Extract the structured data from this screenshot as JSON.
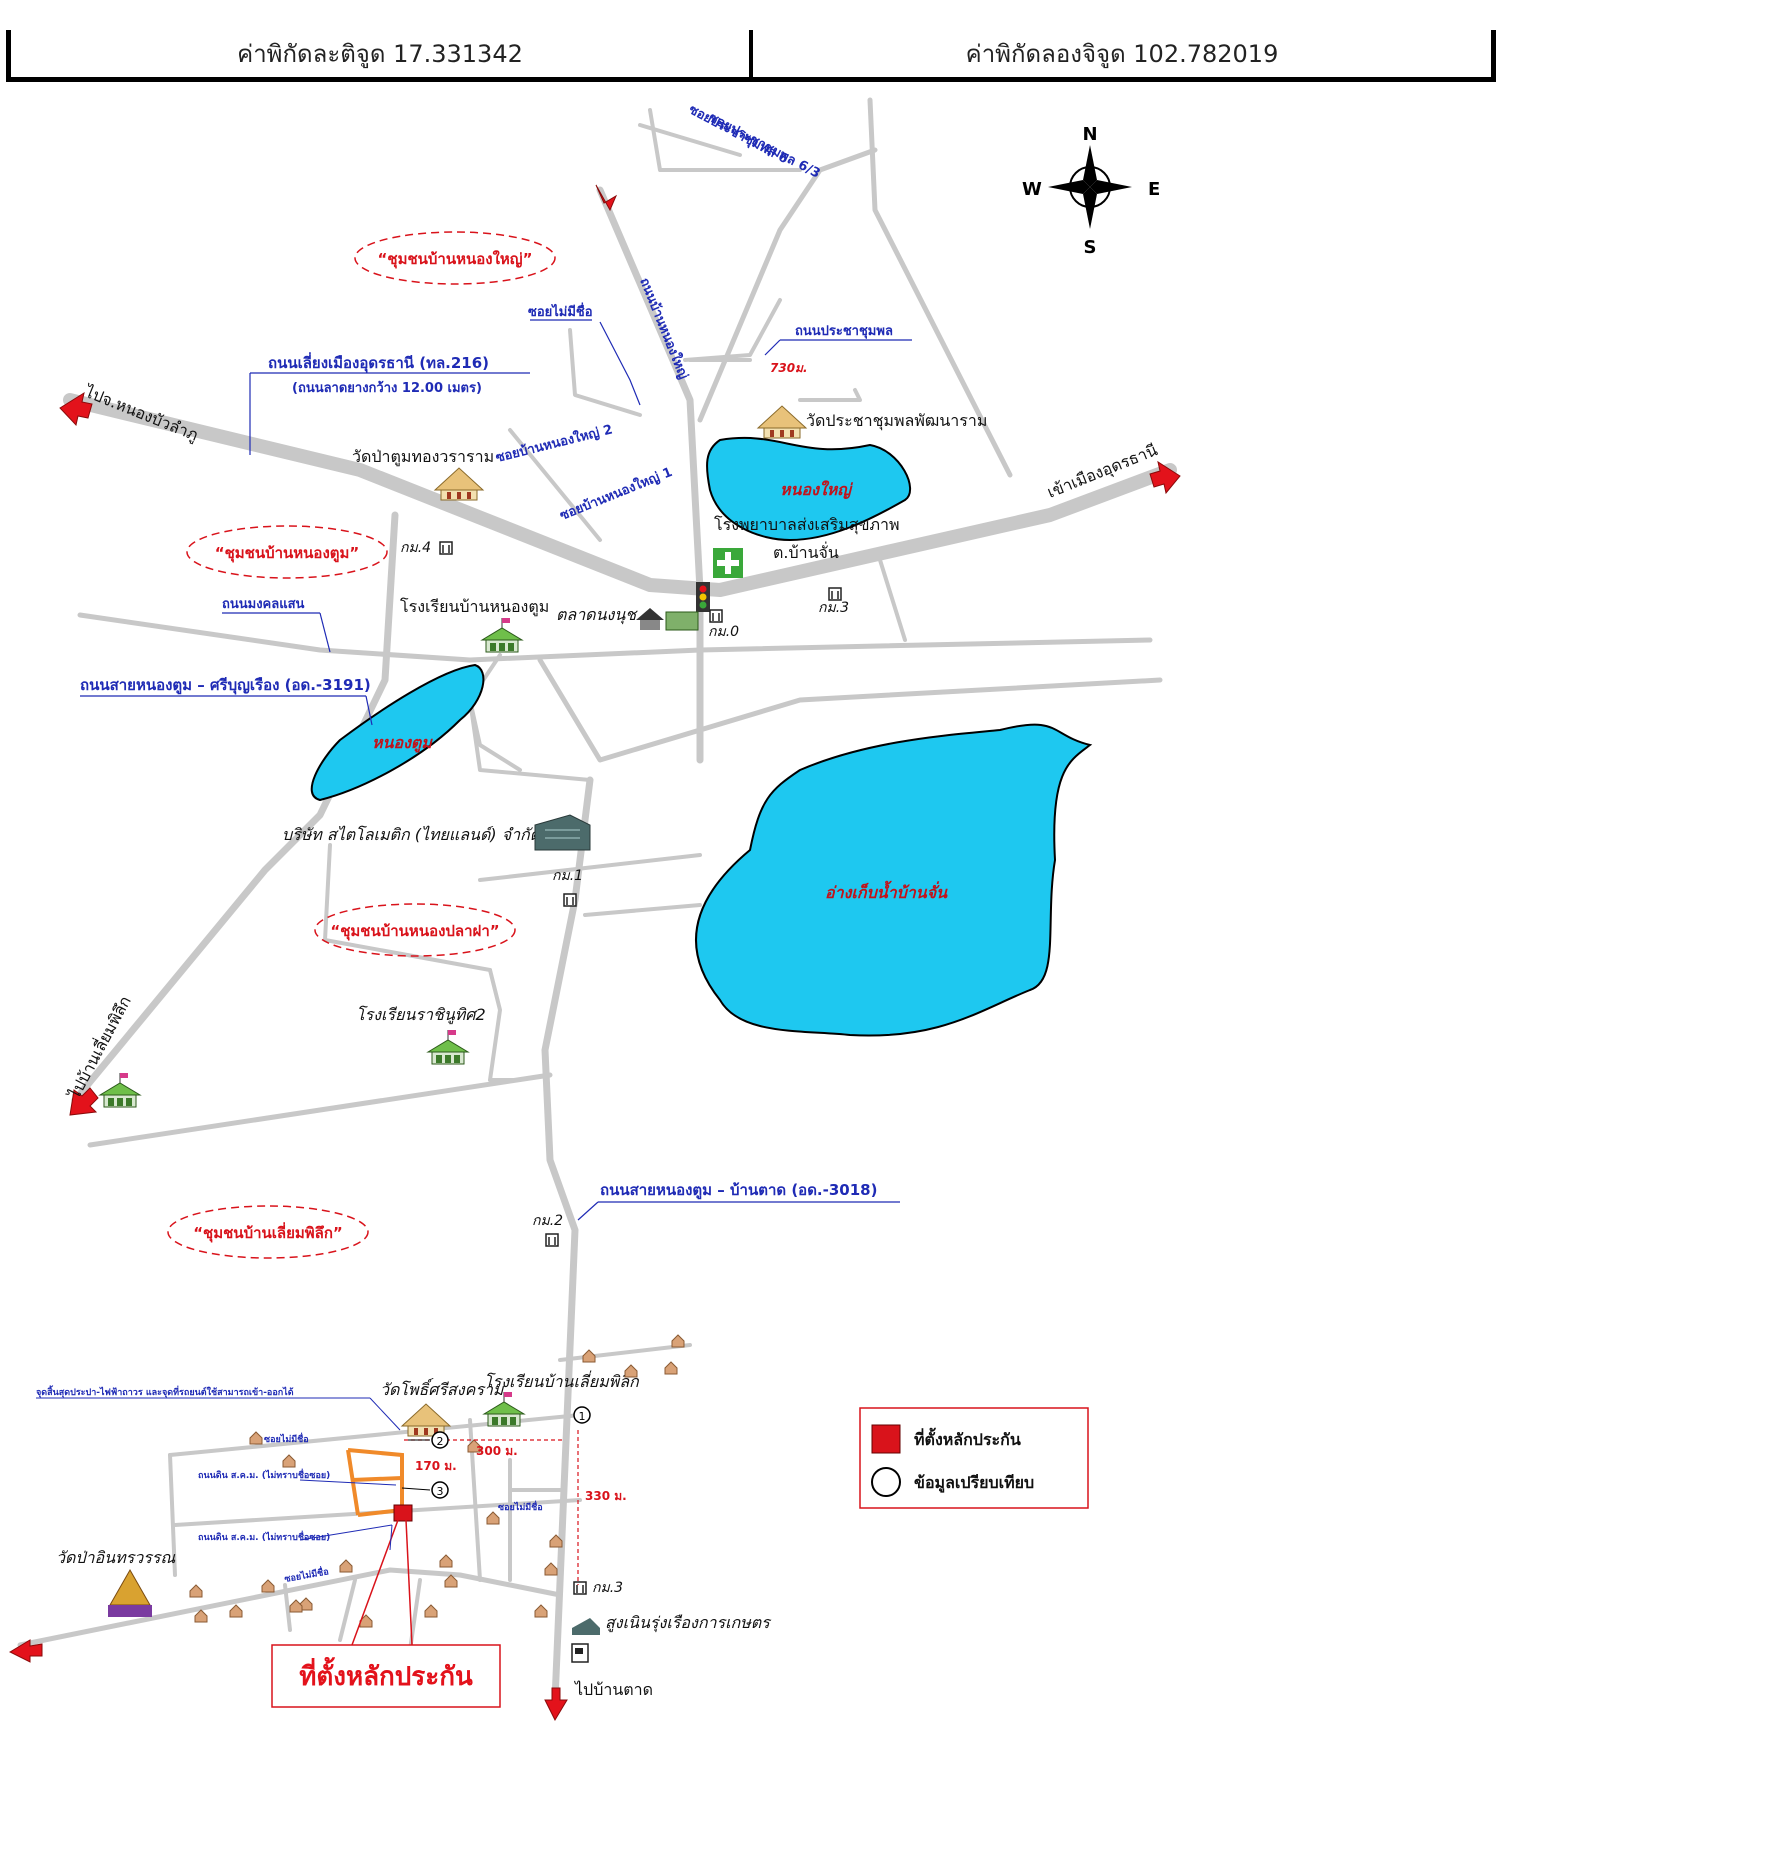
{
  "header": {
    "latitude_label": "ค่าพิกัดละติจูด 17.331342",
    "longitude_label": "ค่าพิกัดลองจิจูด 102.782019"
  },
  "compass": {
    "n": "N",
    "s": "S",
    "e": "E",
    "w": "W"
  },
  "communities": {
    "nong_yai": "“ชุมชนบ้านหนองใหญ่”",
    "nong_tum": "“ชุมชนบ้านหนองตูม”",
    "nong_pla": "“ชุมชนบ้านหนองปลาฝา”",
    "liam_phi": "“ชุมชนบ้านเลี่ยมพิลึก”"
  },
  "roads": {
    "soi_6_3": "ซอยประชาชุมพล 6/3",
    "soi_6": "ซอยประชาชุมพล 6",
    "soi_no_name": "ซอยไม่มีชื่อ",
    "prachachumphon": "ถนนประชาชุมพล",
    "nong_yai_road": "ถนนบ้านหนองใหญ่",
    "bypass": "ถนนเลี่ยงเมืองอุดรธานี (ทล.216)",
    "bypass_sub": "(ถนนลาดยางกว้าง 12.00 เมตร)",
    "soi_nong_yai_2": "ซอยบ้านหนองใหญ่ 2",
    "soi_nong_yai_1": "ซอยบ้านหนองใหญ่ 1",
    "mongkhon": "ถนนมงคลแสน",
    "road_3191": "ถนนสายหนองตูม – ศรีบุญเรือง (อด.-3191)",
    "road_3018": "ถนนสายหนองตูม – บ้านตาด (อด.-3018)"
  },
  "destinations": {
    "to_nongbua": "ไปจ.หนองบัวลำภู",
    "to_udon": "เข้าเมืองอุดรธานี",
    "to_liam": "ไปบ้านเลี่ยมพิลึก",
    "to_tat": "ไปบ้านตาด"
  },
  "places": {
    "wat_pracha": "วัดประชาชุมพลพัฒนาราม",
    "wat_pa_tum": "วัดป่าตูมทองวราราม",
    "hospital": "โรงพยาบาลส่งเสริมสุขภาพ",
    "hospital2": "ต.บ้านจั่น",
    "school_nong_tum": "โรงเรียนบ้านหนองตูม",
    "market": "ตลาดนงนุช",
    "company": "บริษัท สไตโลเมติก (ไทยแลนด์) จำกัด",
    "school_ratchinuthit": "โรงเรียนราชินูทิศ2",
    "wat_pho": "วัดโพธิ์ศรีสงคราม",
    "school_liam": "โรงเรียนบ้านเลี่ยมพิลึก",
    "wat_pa_in": "วัดป่าอินทรวรรณ",
    "agri_shop": "สูงเนินรุ่งเรืองการเกษตร",
    "note_top": "จุดสิ้นสุดประปา-ไฟฟ้าถาวร และจุดที่รถยนต์ใช้สามารถเข้า-ออกได้",
    "lane_a": "ซอยไม่มีชื่อ",
    "lane_b": "ถนนดิน ส.ค.ม. (ไม่ทราบชื่อซอย)",
    "lane_c": "ซอยไม่มีชื่อ",
    "lane_d": "ถนนดิน ส.ค.ม. (ไม่ทราบชื่อซอย)",
    "lane_e": "ซอยไม่มีชื่อ"
  },
  "lakes": {
    "nong_yai": "หนองใหญ่",
    "nong_tum": "หนองตูม",
    "reservoir": "อ่างเก็บน้ำบ้านจั่น"
  },
  "km_markers": [
    "กม.4",
    "กม.0",
    "กม.3",
    "กม.1",
    "กม.2",
    "กม.3"
  ],
  "distances": {
    "d730": "730ม.",
    "d300": "300 ม.",
    "d170": "170 ม.",
    "d330": "330 ม."
  },
  "comparison_points": [
    "1",
    "2",
    "3"
  ],
  "legend": {
    "collateral": "ที่ตั้งหลักประกัน",
    "comparison": "ข้อมูลเปรียบเทียบ"
  },
  "collateral_callout": "ที่ตั้งหลักประกัน",
  "colors": {
    "road": "#c8c8c8",
    "lake": "#1ec8f0",
    "arrow": "#e3121b",
    "label_blue": "#1f2bb5",
    "community_red": "#d9131b"
  }
}
